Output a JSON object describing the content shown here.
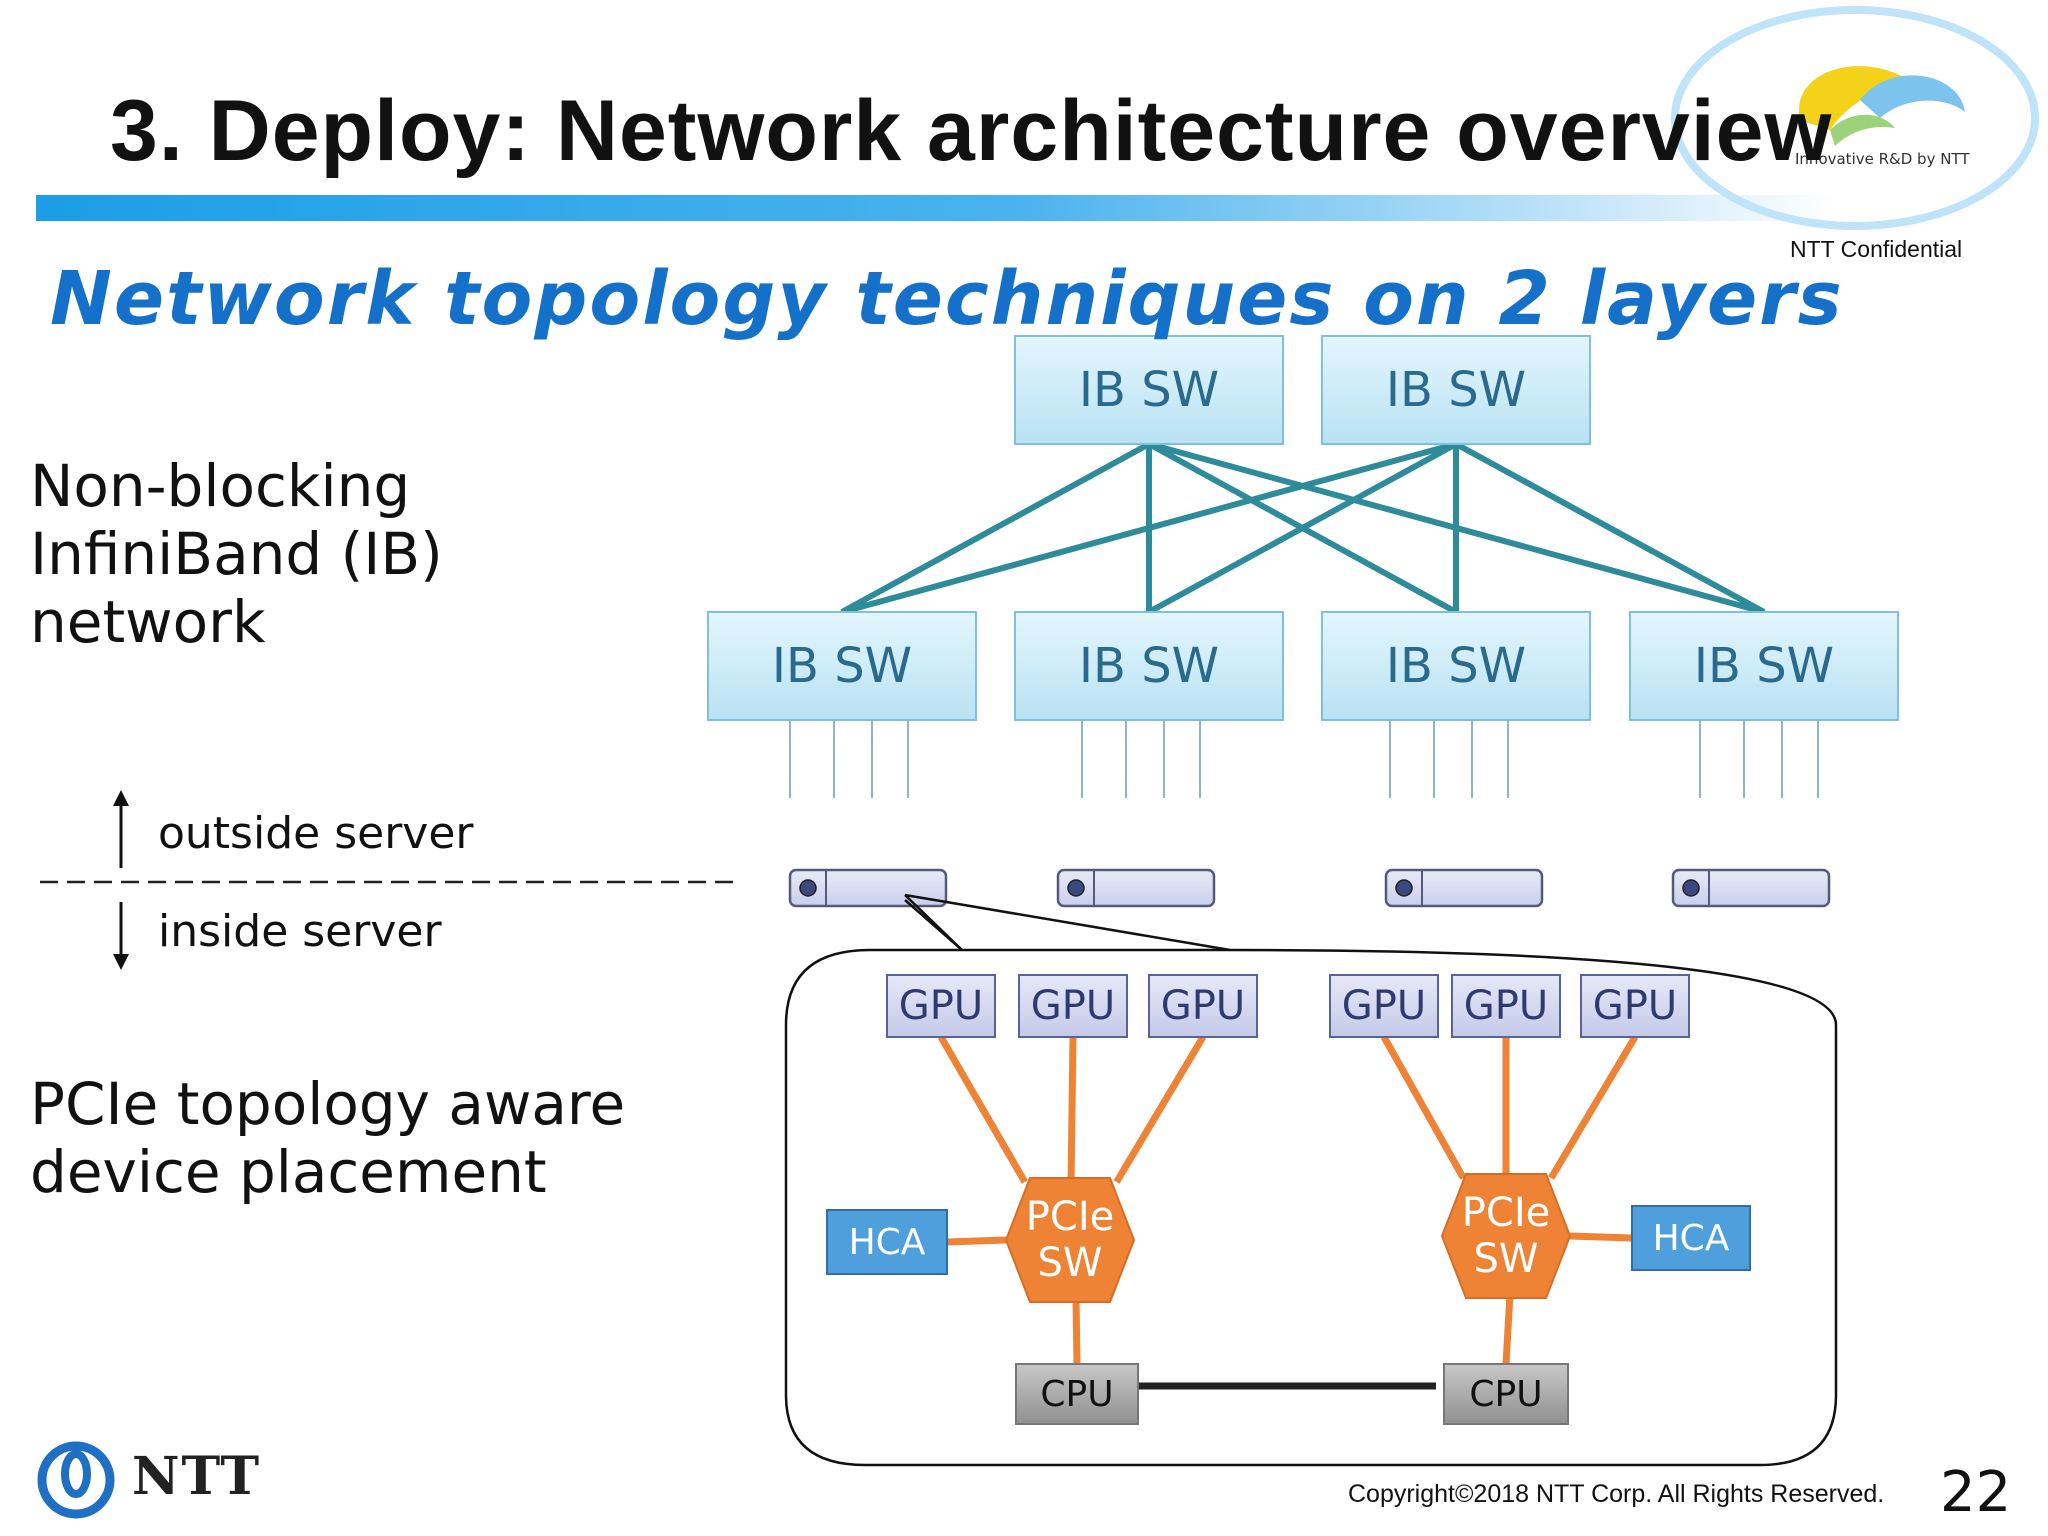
{
  "slide": {
    "title": "3. Deploy: Network architecture overview",
    "logo_tagline": "Innovative R&D by NTT",
    "confidential": "NTT Confidential",
    "subtitle": "Network topology techniques on 2 layers",
    "ib_description": [
      "Non-blocking",
      "InfiniBand (IB)",
      "network"
    ],
    "outside_label": "outside server",
    "inside_label": "inside server",
    "pcie_description": [
      "PCIe topology aware",
      "device placement"
    ],
    "company_logo_text": "NTT",
    "copyright": "Copyright©2018  NTT Corp. All Rights Reserved.",
    "page_number": "22"
  },
  "diagram": {
    "ib_spine_switches": [
      "IB SW",
      "IB SW"
    ],
    "ib_leaf_switches": [
      "IB SW",
      "IB SW",
      "IB SW",
      "IB SW"
    ],
    "server_count": 4,
    "gpus_left": [
      "GPU",
      "GPU",
      "GPU"
    ],
    "gpus_right": [
      "GPU",
      "GPU",
      "GPU"
    ],
    "pcie_switches": [
      "PCIe\nSW",
      "PCIe\nSW"
    ],
    "hcas": [
      "HCA",
      "HCA"
    ],
    "cpus": [
      "CPU",
      "CPU"
    ]
  },
  "colors": {
    "title_bar": "#1b9ee6",
    "subtitle": "#1570c9",
    "ib_link": "#2e8b9a",
    "ib_box_fill": "#d2eef9",
    "ib_box_text": "#2a6a8c",
    "gpu_fill": "#d4d8ef",
    "gpu_text": "#2f3a70",
    "pcie_link": "#ee8336",
    "pcie_switch": "#ee8336",
    "hca_fill": "#4f9fdc",
    "cpu_fill": "#a8a8a8",
    "cpu_link": "#222222"
  }
}
